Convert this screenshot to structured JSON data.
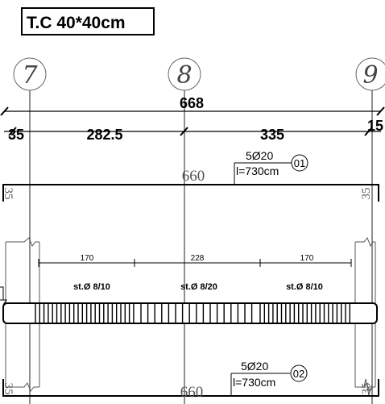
{
  "title": "T.C 40*40cm",
  "axes": [
    {
      "label": "7"
    },
    {
      "label": "8"
    },
    {
      "label": "9"
    }
  ],
  "dimensions": {
    "total": "668",
    "segments": [
      "35",
      "282.5",
      "335",
      "15"
    ]
  },
  "top_bar": {
    "spec": "5Ø20",
    "length": "l=730cm",
    "mark": "01",
    "span_length": "660",
    "hook_left": "35",
    "hook_right": "35"
  },
  "bottom_bar": {
    "spec": "5Ø20",
    "length": "l=730cm",
    "mark": "02",
    "span_length": "660",
    "hook_left": "35",
    "hook_right": "35"
  },
  "stirrup_zones": {
    "lengths": [
      "170",
      "228",
      "170"
    ],
    "labels": [
      "st.Ø 8/10",
      "st.Ø 8/20",
      "st.Ø 8/10"
    ]
  }
}
